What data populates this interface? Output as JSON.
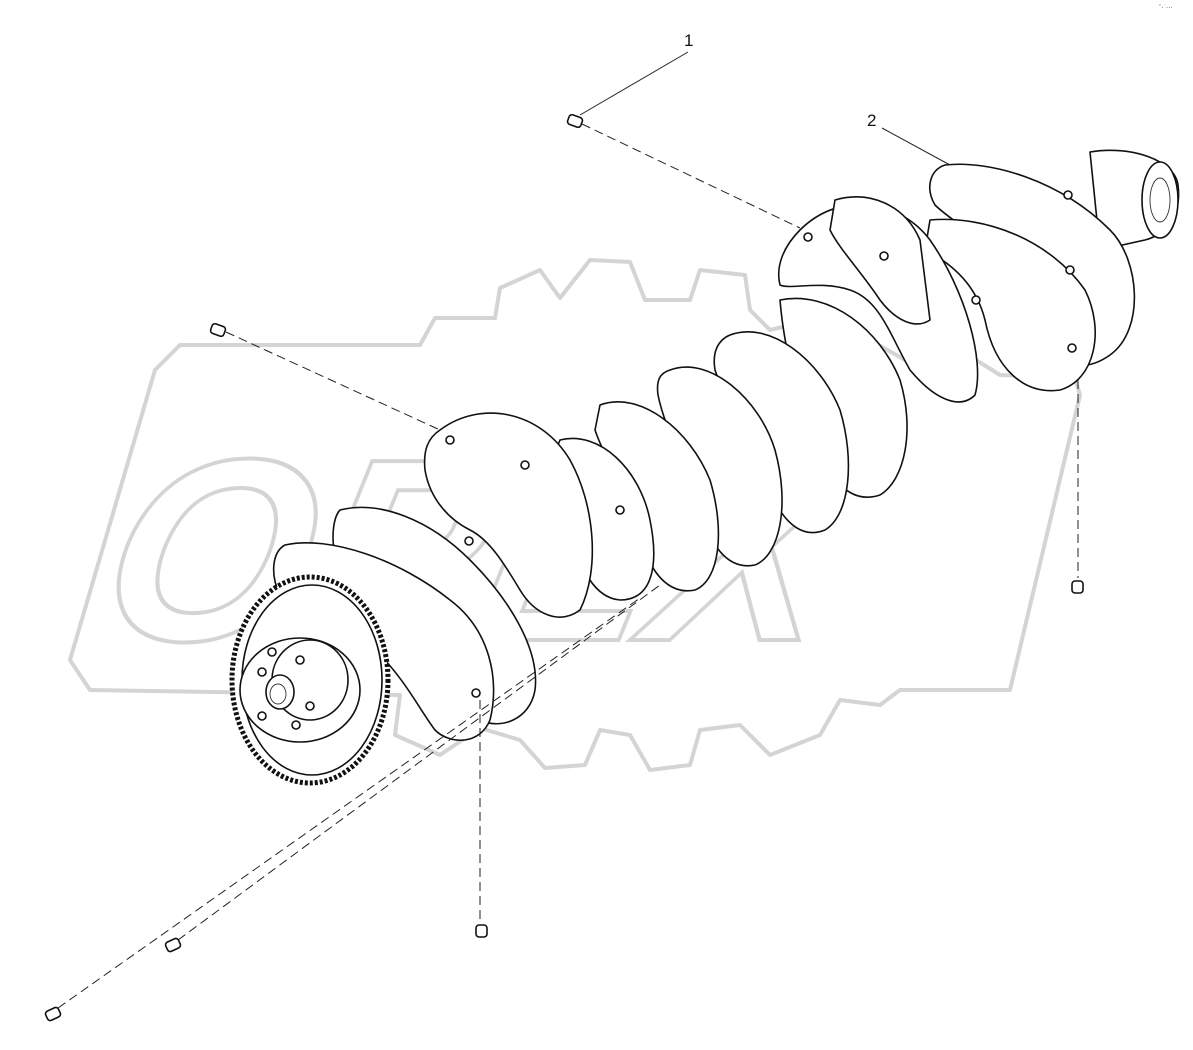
{
  "diagram": {
    "callouts": [
      {
        "label": "1"
      },
      {
        "label": "2"
      }
    ],
    "watermark_text": "OPEX",
    "corner_mark": "ˇ· ···"
  }
}
